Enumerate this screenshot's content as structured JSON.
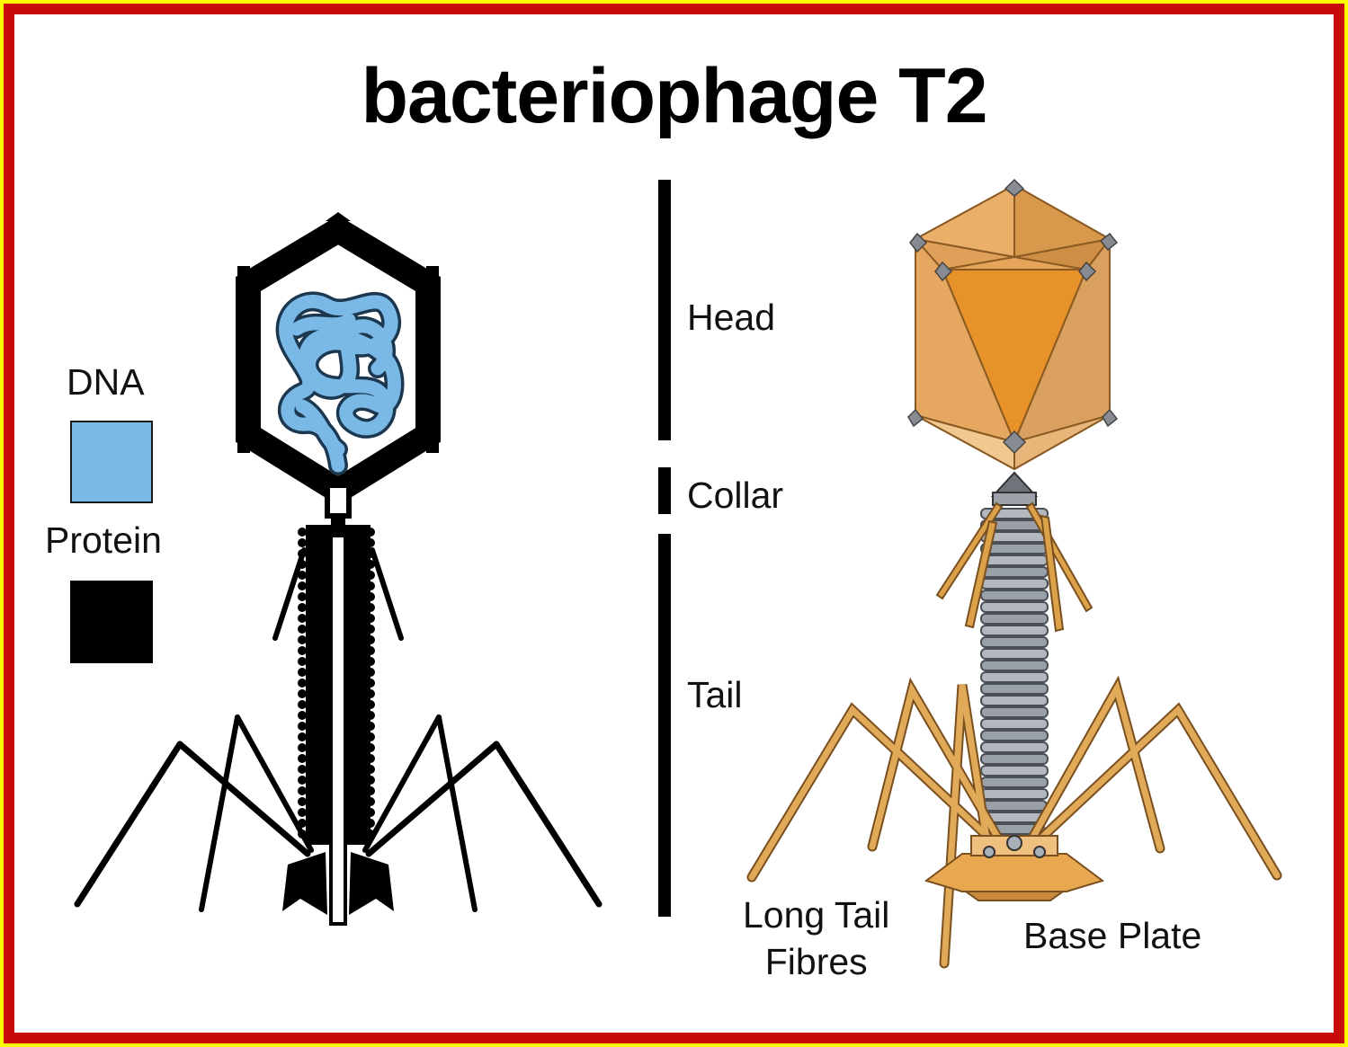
{
  "title": "bacteriophage T2",
  "legend": {
    "items": [
      {
        "label": "DNA",
        "color": "#7ab9e6"
      },
      {
        "label": "Protein",
        "color": "#000000"
      }
    ]
  },
  "scale_labels": {
    "head": "Head",
    "collar": "Collar",
    "tail": "Tail"
  },
  "model_labels": {
    "long_tail_fibres_line1": "Long Tail",
    "long_tail_fibres_line2": "Fibres",
    "base_plate": "Base Plate"
  },
  "colors": {
    "frame_outer": "#ffff00",
    "frame_inner": "#c80a0a",
    "capsid_orange": "#e39a3c",
    "tail_gray": "#9a9fa6",
    "fibre_orange": "#dba24a"
  }
}
